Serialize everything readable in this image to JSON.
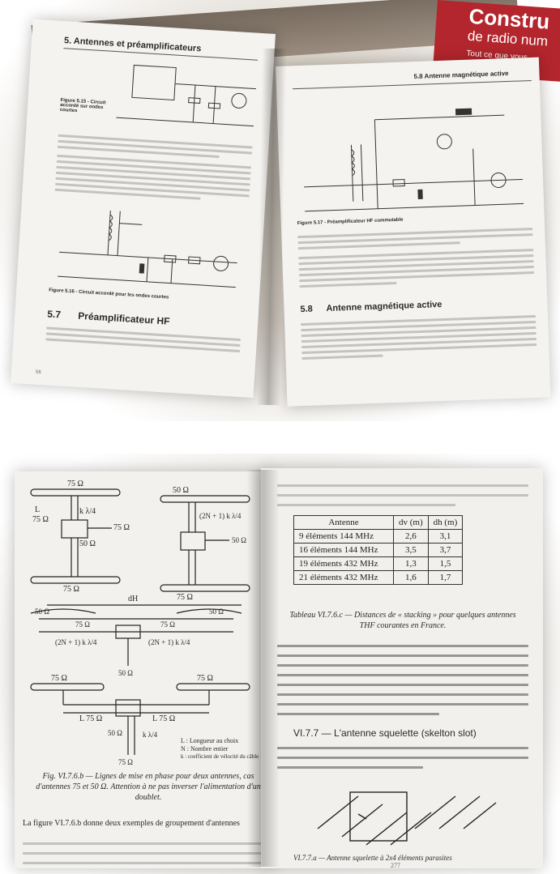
{
  "photo1": {
    "book_cover": {
      "title": "Constru",
      "subtitle": "de radio num",
      "tagline": "Tout ce que vous"
    },
    "left_page": {
      "header": "5. Antennes et préamplificateurs",
      "fig_top_caption": "Figure 5.15 - Circuit accordé sur ondes courtes",
      "fig_bottom_caption": "Figure 5.16 - Circuit accordé pour les ondes courtes",
      "section_number": "5.7",
      "section_title": "Préamplificateur HF",
      "page_number": "56"
    },
    "right_page": {
      "header": "5.8 Antenne magnétique active",
      "fig_caption": "Figure 5.17 - Préamplificateur HF commutable",
      "section_number": "5.8",
      "section_title": "Antenne magnétique active"
    }
  },
  "photo2": {
    "left_page": {
      "diagram_labels": {
        "z75": "75 Ω",
        "z50": "50 Ω",
        "lambda": "k λ/4",
        "len_l": "L",
        "len_l75": "L 75 Ω",
        "formula": "(2N + 1) k λ/4",
        "dh": "dH",
        "legend_l": "L : Longueur au choix",
        "legend_n": "N : Nombre entier",
        "legend_k": "k : coefficient de vélocité du câble"
      },
      "caption": "Fig. VI.7.6.b — Lignes de mise en phase pour deux antennes, cas d'antennes 75 et 50 Ω. Attention à ne pas inverser l'alimentation d'un doublet.",
      "body": "La figure VI.7.6.b donne deux exemples de groupement d'antennes"
    },
    "right_page": {
      "table": {
        "headers": [
          "Antenne",
          "dv (m)",
          "dh (m)"
        ],
        "rows": [
          [
            "9 éléments 144 MHz",
            "2,6",
            "3,1"
          ],
          [
            "16 éléments 144 MHz",
            "3,5",
            "3,7"
          ],
          [
            "19 éléments 432 MHz",
            "1,3",
            "1,5"
          ],
          [
            "21 éléments 432 MHz",
            "1,6",
            "1,7"
          ]
        ],
        "caption": "Tableau VI.7.6.c — Distances de « stacking » pour quelques antennes THF courantes en France."
      },
      "section_title": "VI.7.7 — L'antenne squelette (skelton slot)",
      "fig_caption": "VI.7.7.a — Antenne squelette à 2x4 éléments parasites",
      "page_number": "277"
    }
  },
  "colors": {
    "paper": "#f4f3ef",
    "cover_red": "#b4262d",
    "ink": "#222222",
    "background": "#ffffff"
  }
}
